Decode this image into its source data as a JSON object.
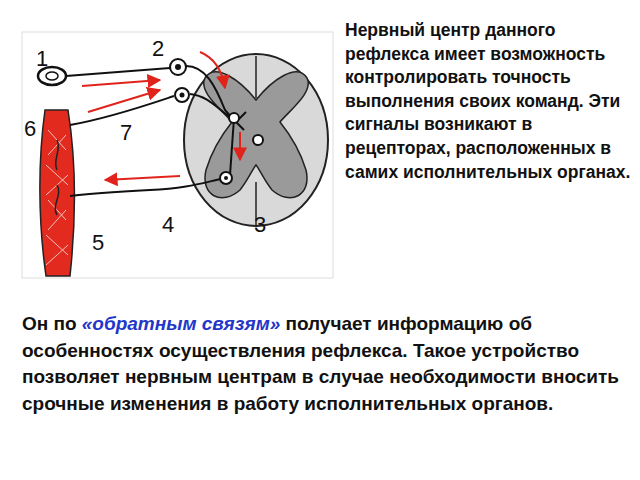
{
  "diagram": {
    "labels": [
      "1",
      "2",
      "6",
      "7",
      "4",
      "3",
      "5",
      "Нервный центр данного рефлекса имеет возможность контролировать точность выполнения своих команд. Эти сигналы возникают в рецепторах, расположенных в самих исполнительных органах.",
      "Он по",
      "«обратным связям»",
      "получает информацию об особенностях осуществления рефлекса. Такое устройство позволяет нервным центрам в случае необходимости вносить срочные изменения в работу исполнительных органов."
    ]
  }
}
